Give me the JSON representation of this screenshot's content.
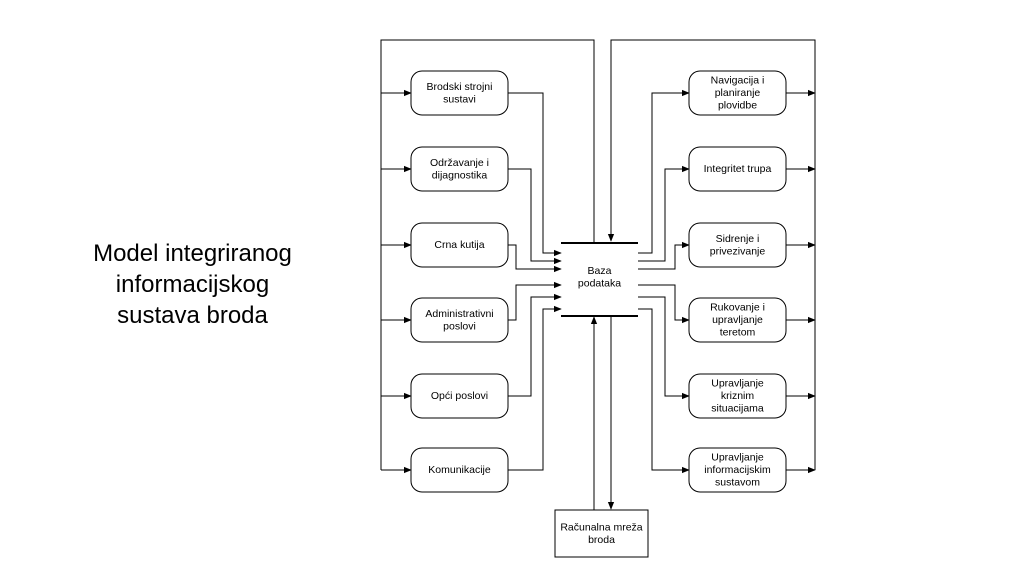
{
  "title_lines": [
    "Model integriranog",
    "informacijskog",
    "sustava broda"
  ],
  "center": {
    "lines": [
      "Baza",
      "podataka"
    ]
  },
  "bottom": {
    "lines": [
      "Računalna mreža",
      "broda"
    ]
  },
  "left_nodes": [
    {
      "id": "brodski",
      "lines": [
        "Brodski strojni",
        "sustavi"
      ]
    },
    {
      "id": "odrzavanje",
      "lines": [
        "Održavanje i",
        "dijagnostika"
      ]
    },
    {
      "id": "crna",
      "lines": [
        "Crna kutija"
      ]
    },
    {
      "id": "admin",
      "lines": [
        "Administrativni",
        "poslovi"
      ]
    },
    {
      "id": "opci",
      "lines": [
        "Opći poslovi"
      ]
    },
    {
      "id": "komunikacije",
      "lines": [
        "Komunikacije"
      ]
    }
  ],
  "right_nodes": [
    {
      "id": "navigacija",
      "lines": [
        "Navigacija i",
        "planiranje",
        "plovidbe"
      ]
    },
    {
      "id": "integritet",
      "lines": [
        "Integritet trupa"
      ]
    },
    {
      "id": "sidrenje",
      "lines": [
        "Sidrenje i",
        "privezivanje"
      ]
    },
    {
      "id": "rukovanje",
      "lines": [
        "Rukovanje i",
        "upravljanje",
        "teretom"
      ]
    },
    {
      "id": "krizne",
      "lines": [
        "Upravljanje",
        "kriznim",
        "situacijama"
      ]
    },
    {
      "id": "informacijski",
      "lines": [
        "Upravljanje",
        "informacijskim",
        "sustavom"
      ]
    }
  ]
}
